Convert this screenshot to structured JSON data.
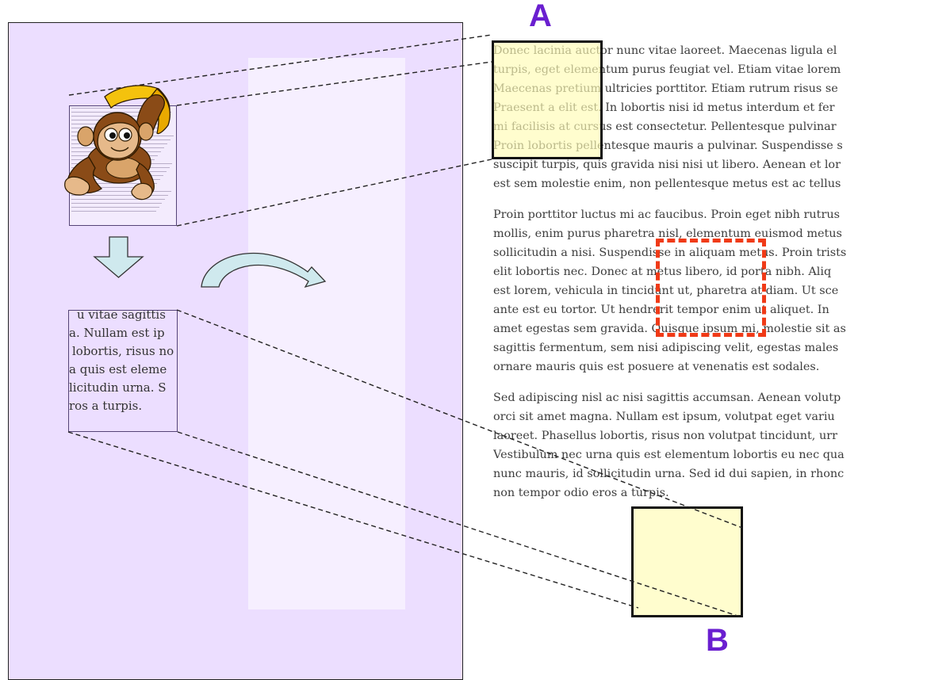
{
  "markers": {
    "a": "A",
    "b": "B"
  },
  "mini_excerpt": [
    "u vitae sagittis",
    "a. Nullam est ip",
    "lobortis, risus no",
    "a quis est eleme",
    "licitudin urna. S",
    "ros a turpis."
  ],
  "paragraphs": [
    [
      "Donec lacinia auctor nunc vitae laoreet. Maecenas ligula el",
      "turpis, eget elementum purus feugiat vel. Etiam vitae lorem",
      "Maecenas pretium ultricies porttitor. Etiam rutrum risus se",
      "Praesent a elit est. In lobortis nisi id metus interdum et fer",
      "mi facilisis at cursus est consectetur. Pellentesque pulvinar",
      "Proin lobortis pellentesque mauris a pulvinar. Suspendisse s",
      "suscipit turpis, quis gravida nisi nisi ut libero. Aenean et lor",
      "est sem molestie enim, non pellentesque metus est ac tellus"
    ],
    [
      "Proin porttitor luctus mi ac faucibus. Proin eget nibh rutrus",
      "mollis, enim purus pharetra nisl, elementum euismod metus",
      "sollicitudin a nisi. Suspendisse in aliquam metus. Proin trists",
      "elit lobortis nec. Donec at metus libero, id porta nibh. Aliq",
      "est lorem, vehicula in tincidunt ut, pharetra at diam. Ut sce",
      "ante est eu tortor. Ut hendrerit tempor enim ut aliquet. In",
      "amet egestas sem gravida. Quisque ipsum mi, molestie sit as",
      "sagittis fermentum, sem nisi adipiscing velit, egestas males",
      "ornare mauris quis est posuere at venenatis est sodales."
    ],
    [
      "Sed adipiscing nisl ac nisi sagittis accumsan. Aenean volutp",
      "orci sit amet magna. Nullam est ipsum, volutpat eget variu",
      "laoreet. Phasellus lobortis, risus non volutpat tincidunt, urr",
      "Vestibulum nec urna quis est elementum lobortis eu nec qua",
      "nunc mauris, id sollicitudin urna. Sed id dui sapien, in rhonc",
      "non tempor odio eros a turpis."
    ]
  ],
  "colors": {
    "panel": "#ecdeff",
    "marker": "#6a1fd0",
    "highlight": "#fffcb4",
    "dashed_region": "#f03a17",
    "arrow_fill": "#cfe9ee"
  },
  "icons": [
    "monkey-banana-image",
    "down-arrow",
    "curved-arrow"
  ]
}
